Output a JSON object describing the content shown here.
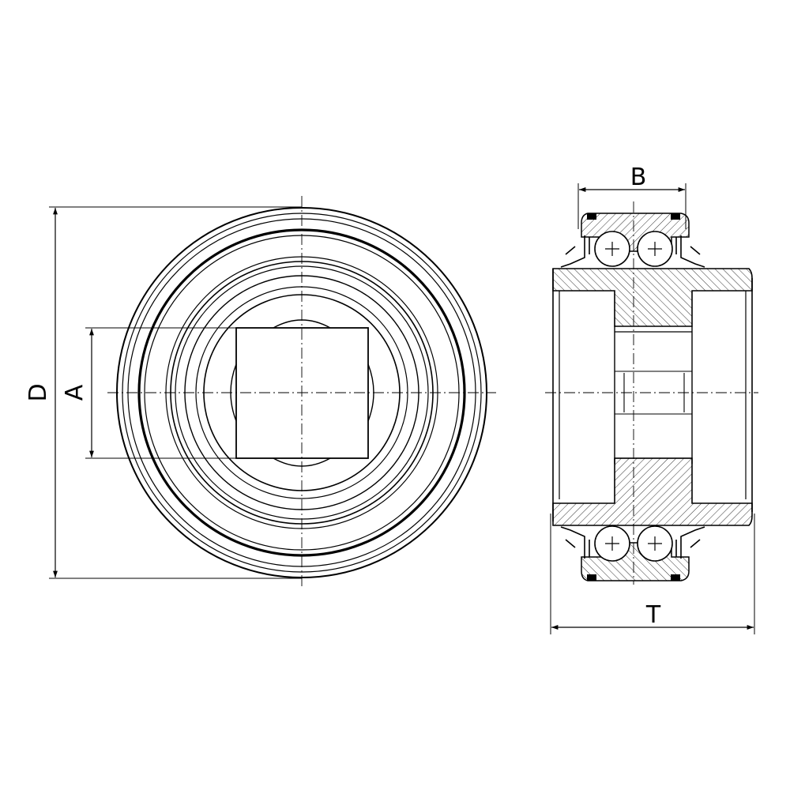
{
  "drawing": {
    "front_view": {
      "dimensions": {
        "outer_diameter_label": "D",
        "square_bore_label": "A"
      }
    },
    "section_view": {
      "dimensions": {
        "inner_ring_width_label": "B",
        "overall_width_label": "T"
      }
    }
  },
  "colors": {
    "line": "#000000",
    "background": "#ffffff"
  }
}
